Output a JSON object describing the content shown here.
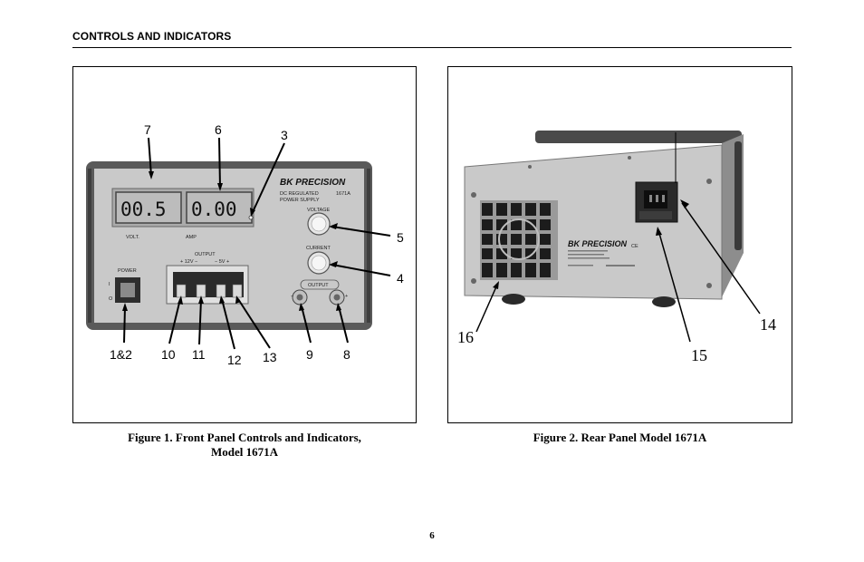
{
  "header": {
    "title": "CONTROLS AND INDICATORS"
  },
  "figure1": {
    "caption_line1": "Figure 1. Front Panel Controls and Indicators,",
    "caption_line2": "Model 1671A",
    "panel": {
      "brand": "BK PRECISION",
      "model": "1671A",
      "subtitle_line1": "DC REGULATED",
      "subtitle_line2": "POWER SUPPLY",
      "volt_display": "00.5",
      "amp_display": "0.00",
      "volt_label": "VOLT.",
      "amp_label": "AMP",
      "voltage_label": "VOLTAGE",
      "current_label": "CURRENT",
      "output_label": "OUTPUT",
      "terminal_left": "+ 12V −",
      "terminal_right": "− 5V +",
      "power_label": "POWER",
      "power_on_mark": "I",
      "power_off_mark": "O",
      "output_button_label": "OUTPUT"
    },
    "callouts": {
      "c7": "7",
      "c6": "6",
      "c3": "3",
      "c5": "5",
      "c4": "4",
      "c1and2": "1&2",
      "c10": "10",
      "c11": "11",
      "c12": "12",
      "c13": "13",
      "c9": "9",
      "c8": "8"
    }
  },
  "figure2": {
    "caption": "Figure 2. Rear Panel Model 1671A",
    "panel": {
      "brand": "BK PRECISION",
      "ce_mark": "CE"
    },
    "callouts": {
      "c14": "14",
      "c15": "15",
      "c16": "16"
    }
  },
  "page_number": "6",
  "colors": {
    "panel_face": "#c7c7c7",
    "panel_bezel": "#585858",
    "lcd_bg": "#bdbdbd",
    "rear_housing": "#a9a9a9",
    "rear_panel": "#c9c9c9"
  }
}
